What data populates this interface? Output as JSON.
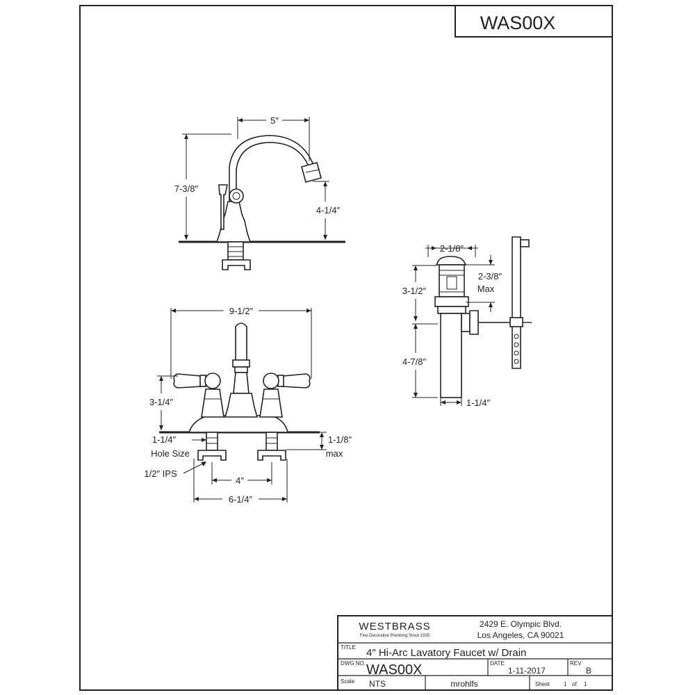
{
  "drawing_number_box": "WAS00X",
  "dimensions": {
    "spout_reach": "5″",
    "overall_height": "7-3/8″",
    "spout_height": "4-1/4″",
    "handle_span": "9-1/2″",
    "handle_height": "3-1/4″",
    "hole_size_value": "1-1/4″",
    "hole_size_label": "Hole Size",
    "ips": "1/2″ IPS",
    "center_spread": "4″",
    "base_width": "6-1/4″",
    "deck_max_value": "1-1/8″",
    "deck_max_label": "max",
    "drain_flange": "2-1/8″",
    "drain_body": "3-1/2″",
    "drain_max_value": "2-3/8″",
    "drain_max_label": "Max",
    "drain_tail": "4-7/8″",
    "drain_tail_dia": "1-1/4″"
  },
  "title_block": {
    "company": "WESTBRASS",
    "tagline": "Fine Decorative Plumbing Since 1935",
    "address_line1": "2429 E. Olympic Blvd.",
    "address_line2": "Los Angeles, CA 90021",
    "title_label": "TITLE",
    "title": "4″ Hi-Arc Lavatory Faucet w/ Drain",
    "dwg_no_label": "DWG NO.",
    "dwg_no": "WAS00X",
    "date_label": "DATE",
    "date": "1-11-2017",
    "rev_label": "REV",
    "rev": "B",
    "scale_label": "Scale",
    "scale": "NTS",
    "drawn_by": "mrohlfs",
    "sheet_label": "Sheet",
    "sheet_num": "1",
    "sheet_of": "of",
    "sheet_total": "1"
  }
}
